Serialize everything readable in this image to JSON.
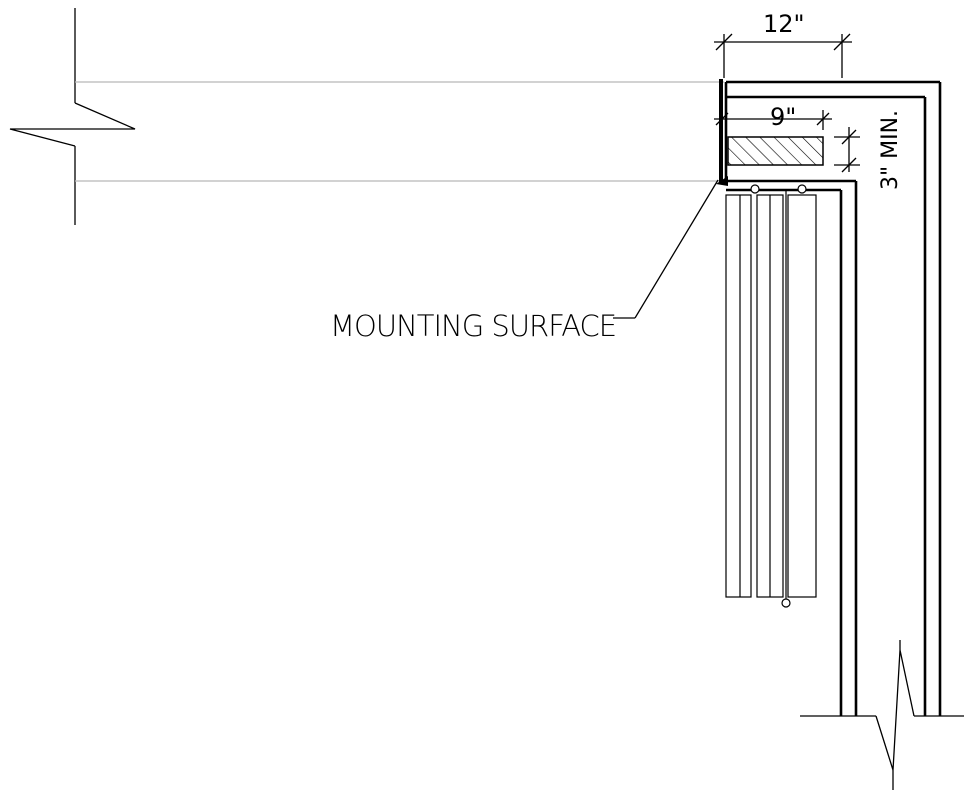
{
  "dimensions": {
    "valance_depth": "12\"",
    "clearance_depth": "9\"",
    "min_projection": "3\" MIN."
  },
  "labels": {
    "mounting_surface": "MOUNTING SURFACE"
  },
  "colors": {
    "line": "#000000",
    "guide": "#b8b8b8",
    "background": "#ffffff"
  }
}
